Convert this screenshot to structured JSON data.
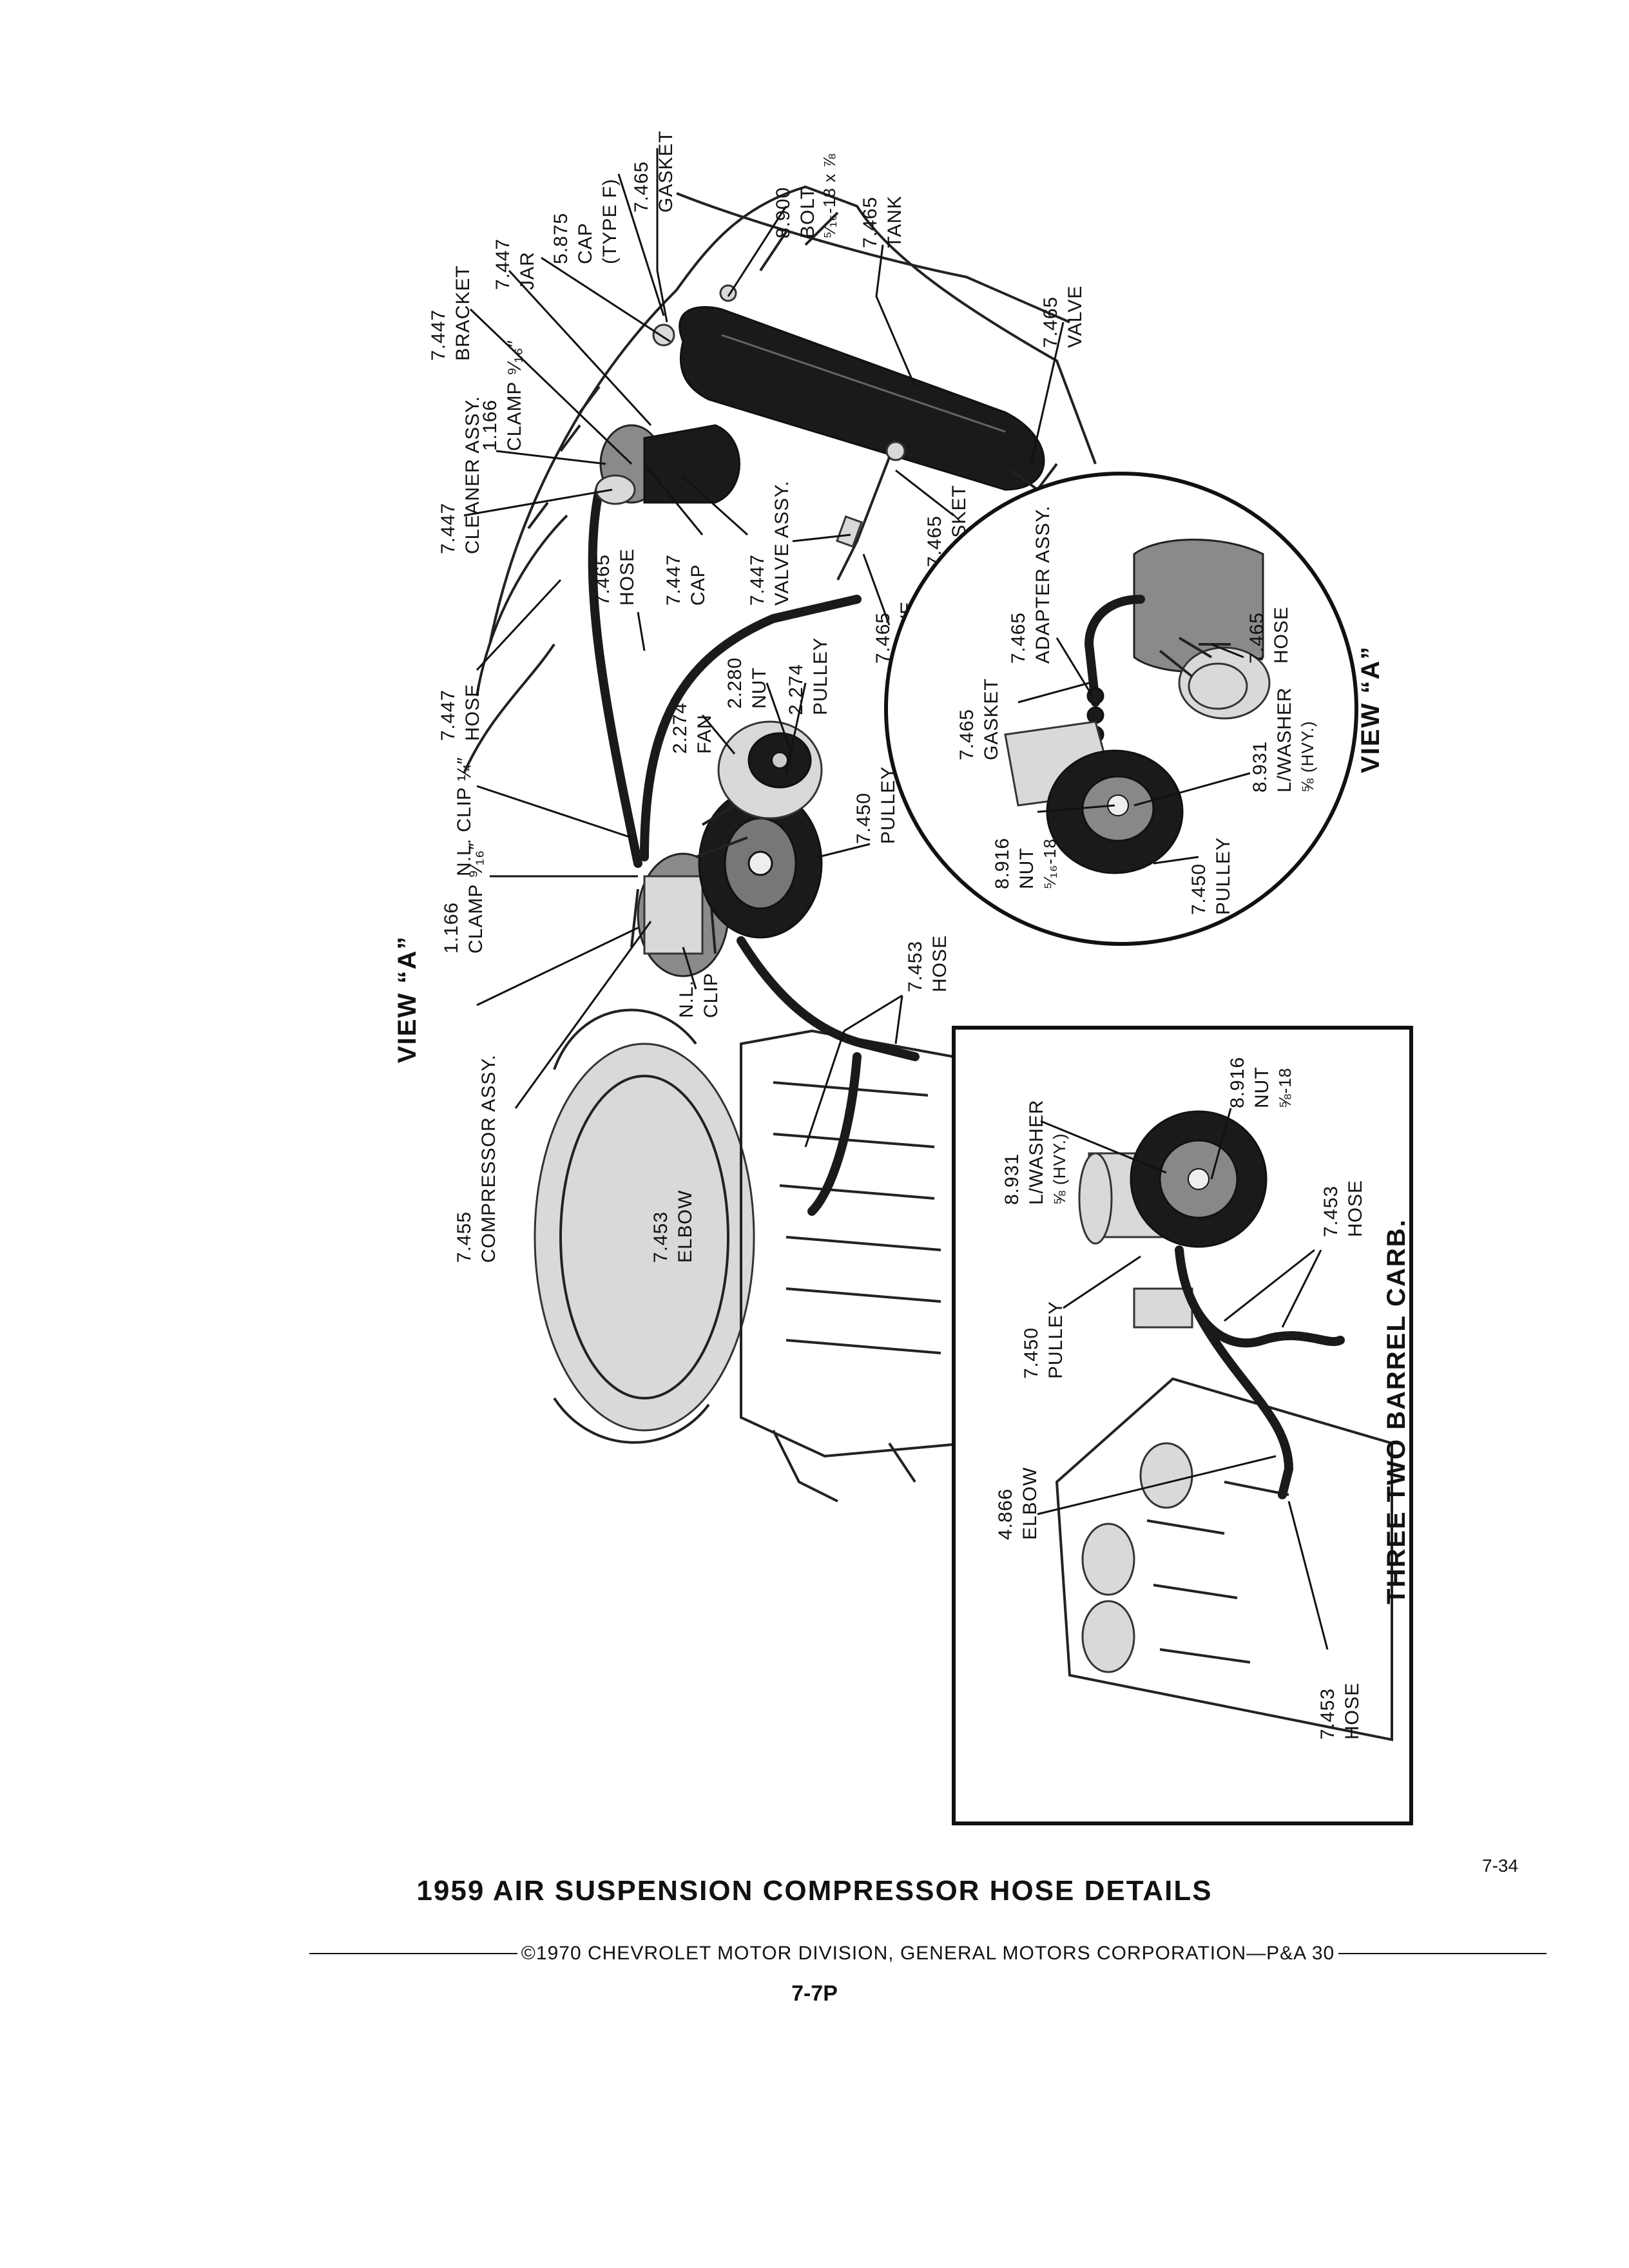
{
  "page": {
    "small_page_number": "7-34",
    "caption_title": "1959 AIR SUSPENSION COMPRESSOR HOSE DETAILS",
    "copyright": "©1970 CHEVROLET MOTOR DIVISION, GENERAL MOTORS CORPORATION—P&A 30",
    "page_code": "7-7P"
  },
  "main_labels": [
    {
      "id": "view-a-title",
      "text": "VIEW “A”"
    },
    {
      "id": "compressor-assy-num",
      "text": "7.455"
    },
    {
      "id": "compressor-assy",
      "text": "COMPRESSOR ASSY."
    },
    {
      "id": "elbow-num",
      "text": "7.453"
    },
    {
      "id": "elbow",
      "text": "ELBOW"
    },
    {
      "id": "nl-clip-num",
      "text": "N.L."
    },
    {
      "id": "nl-clip",
      "text": "CLIP"
    },
    {
      "id": "hose-7453-num",
      "text": "7.453"
    },
    {
      "id": "hose-7453",
      "text": "HOSE"
    },
    {
      "id": "clamp-1166-num",
      "text": "1.166"
    },
    {
      "id": "clamp-1166",
      "text": "CLAMP ⁹⁄₁₆″"
    },
    {
      "id": "nl-clip-quarter",
      "text": "N.L. CLIP ¼″"
    },
    {
      "id": "pulley-7450-num",
      "text": "7.450"
    },
    {
      "id": "pulley-7450",
      "text": "PULLEY"
    },
    {
      "id": "hose-7447-num",
      "text": "7.447"
    },
    {
      "id": "hose-7447",
      "text": "HOSE"
    },
    {
      "id": "fan-num",
      "text": "2.274"
    },
    {
      "id": "fan",
      "text": "FAN"
    },
    {
      "id": "nut-2280-num",
      "text": "2.280"
    },
    {
      "id": "nut-2280",
      "text": "NUT"
    },
    {
      "id": "pulley-2274-num",
      "text": "2.274"
    },
    {
      "id": "pulley-2274",
      "text": "PULLEY"
    },
    {
      "id": "hose-7465-num",
      "text": "7.465"
    },
    {
      "id": "hose-7465",
      "text": "HOSE"
    },
    {
      "id": "cap-7447-num",
      "text": "7.447"
    },
    {
      "id": "cap-7447",
      "text": "CAP"
    },
    {
      "id": "valve-assy-num",
      "text": "7.447"
    },
    {
      "id": "valve-assy",
      "text": "VALVE ASSY."
    },
    {
      "id": "valve-7465b-num",
      "text": "7.465"
    },
    {
      "id": "valve-7465b",
      "text": "VALVE"
    },
    {
      "id": "gasket-7465b-num",
      "text": "7.465"
    },
    {
      "id": "gasket-7465b",
      "text": "GASKET"
    },
    {
      "id": "cleaner-num",
      "text": "7.447"
    },
    {
      "id": "cleaner",
      "text": "CLEANER ASSY."
    },
    {
      "id": "clamp-1166b-num",
      "text": "1.166"
    },
    {
      "id": "clamp-1166b",
      "text": "CLAMP ⁹⁄₁₆″"
    },
    {
      "id": "bracket-num",
      "text": "7.447"
    },
    {
      "id": "bracket",
      "text": "BRACKET"
    },
    {
      "id": "jar-num",
      "text": "7.447"
    },
    {
      "id": "jar",
      "text": "JAR"
    },
    {
      "id": "cap-5875-num",
      "text": "5.875"
    },
    {
      "id": "cap-5875",
      "text": "CAP"
    },
    {
      "id": "cap-5875-type",
      "text": "(TYPE F)"
    },
    {
      "id": "gasket-7465-num",
      "text": "7.465"
    },
    {
      "id": "gasket-7465",
      "text": "GASKET"
    },
    {
      "id": "bolt-num",
      "text": "8.900"
    },
    {
      "id": "bolt",
      "text": "BOLT"
    },
    {
      "id": "bolt-size",
      "text": "⁵⁄₁₆-18 x ⅞"
    },
    {
      "id": "tank-num",
      "text": "7.465"
    },
    {
      "id": "tank",
      "text": "TANK"
    },
    {
      "id": "valve-7465-num",
      "text": "7.465"
    },
    {
      "id": "valve-7465",
      "text": "VALVE"
    }
  ],
  "view_a_inset": [
    {
      "id": "va-title",
      "text": "VIEW “A”"
    },
    {
      "id": "va-gasket-num",
      "text": "7.465"
    },
    {
      "id": "va-gasket",
      "text": "GASKET"
    },
    {
      "id": "va-adapter-num",
      "text": "7.465"
    },
    {
      "id": "va-adapter",
      "text": "ADAPTER ASSY."
    },
    {
      "id": "va-hose-num",
      "text": "7.465"
    },
    {
      "id": "va-hose",
      "text": "HOSE"
    },
    {
      "id": "va-nut-num",
      "text": "8.916"
    },
    {
      "id": "va-nut",
      "text": "NUT"
    },
    {
      "id": "va-nut-size",
      "text": "⁵⁄₁₆-18"
    },
    {
      "id": "va-washer-num",
      "text": "8.931"
    },
    {
      "id": "va-washer",
      "text": "L/WASHER"
    },
    {
      "id": "va-washer-size",
      "text": "⅝ (HVY.)"
    },
    {
      "id": "va-pulley-num",
      "text": "7.450"
    },
    {
      "id": "va-pulley",
      "text": "PULLEY"
    }
  ],
  "carb_inset": [
    {
      "id": "ci-title",
      "text": "THREE TWO BARREL CARB."
    },
    {
      "id": "ci-washer-num",
      "text": "8.931"
    },
    {
      "id": "ci-washer",
      "text": "L/WASHER"
    },
    {
      "id": "ci-washer-size",
      "text": "⅝ (HVY.)"
    },
    {
      "id": "ci-nut-num",
      "text": "8.916"
    },
    {
      "id": "ci-nut",
      "text": "NUT"
    },
    {
      "id": "ci-nut-size",
      "text": "⅝-18"
    },
    {
      "id": "ci-pulley-num",
      "text": "7.450"
    },
    {
      "id": "ci-pulley",
      "text": "PULLEY"
    },
    {
      "id": "ci-hose-num",
      "text": "7.453"
    },
    {
      "id": "ci-hose",
      "text": "HOSE"
    },
    {
      "id": "ci-elbow-num",
      "text": "4.866"
    },
    {
      "id": "ci-elbow",
      "text": "ELBOW"
    },
    {
      "id": "ci-hose2-num",
      "text": "7.453"
    },
    {
      "id": "ci-hose2",
      "text": "HOSE"
    }
  ]
}
